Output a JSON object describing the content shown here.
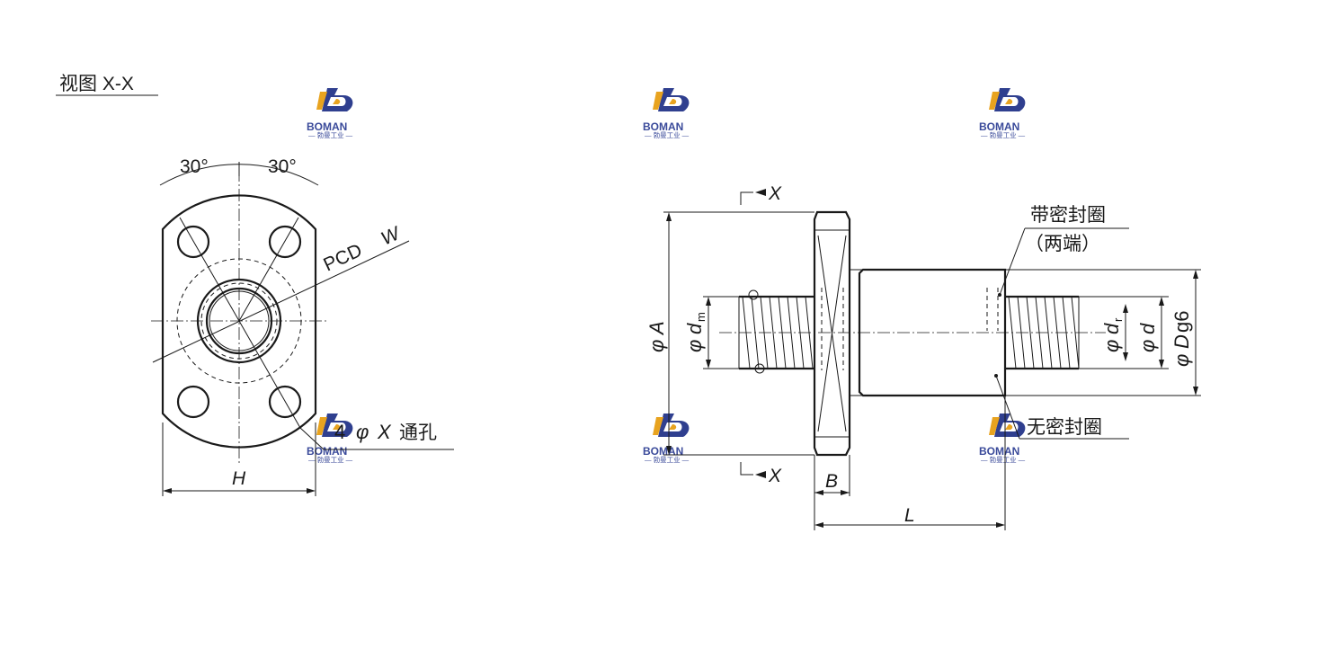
{
  "view_title": "视图 X-X",
  "logo": {
    "brand": "BOMAN",
    "sub": "— 勃曼工业 —",
    "colors": {
      "blue": "#2f3f8f",
      "gold": "#e8a31f",
      "text": "#3a4a9a"
    }
  },
  "front_view": {
    "angle_left": "30°",
    "angle_right": "30°",
    "pcd": "PCD",
    "pcd_var": "W",
    "holes_count": "4",
    "holes_phi": "φ",
    "holes_var": "X",
    "holes_suffix": "通孔",
    "width_var": "H"
  },
  "side_view": {
    "section_mark": "X",
    "phi": "φ",
    "dia_A": "A",
    "dia_dm": "d",
    "dia_dm_sub": "m",
    "dia_dr": "d",
    "dia_dr_sub": "r",
    "dia_d": "d",
    "dia_D": "D",
    "dia_D_tol": "g6",
    "len_B": "B",
    "len_L": "L",
    "seal_with": "带密封圈",
    "seal_with_note": "（两端）",
    "seal_without": "无密封圈"
  }
}
